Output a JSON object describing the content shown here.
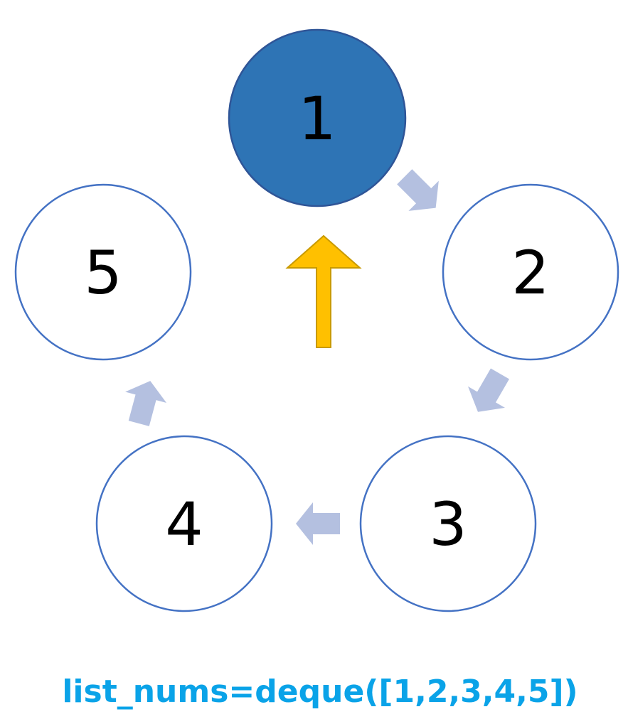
{
  "nodes": [
    {
      "label": "1",
      "active": true
    },
    {
      "label": "2",
      "active": false
    },
    {
      "label": "3",
      "active": false
    },
    {
      "label": "4",
      "active": false
    },
    {
      "label": "5",
      "active": false
    }
  ],
  "caption": "list_nums=deque([1,2,3,4,5])",
  "colors": {
    "active_fill": "#2e74b5",
    "active_stroke": "#2f5597",
    "node_stroke": "#4472c4",
    "node_fill": "#ffffff",
    "flow_arrow": "#b4c0e0",
    "pointer_fill": "#ffc000",
    "pointer_stroke": "#c99a00",
    "caption": "#0aa3e8"
  },
  "icons": {
    "flow": "block-arrow",
    "pointer": "up-arrow-icon"
  }
}
